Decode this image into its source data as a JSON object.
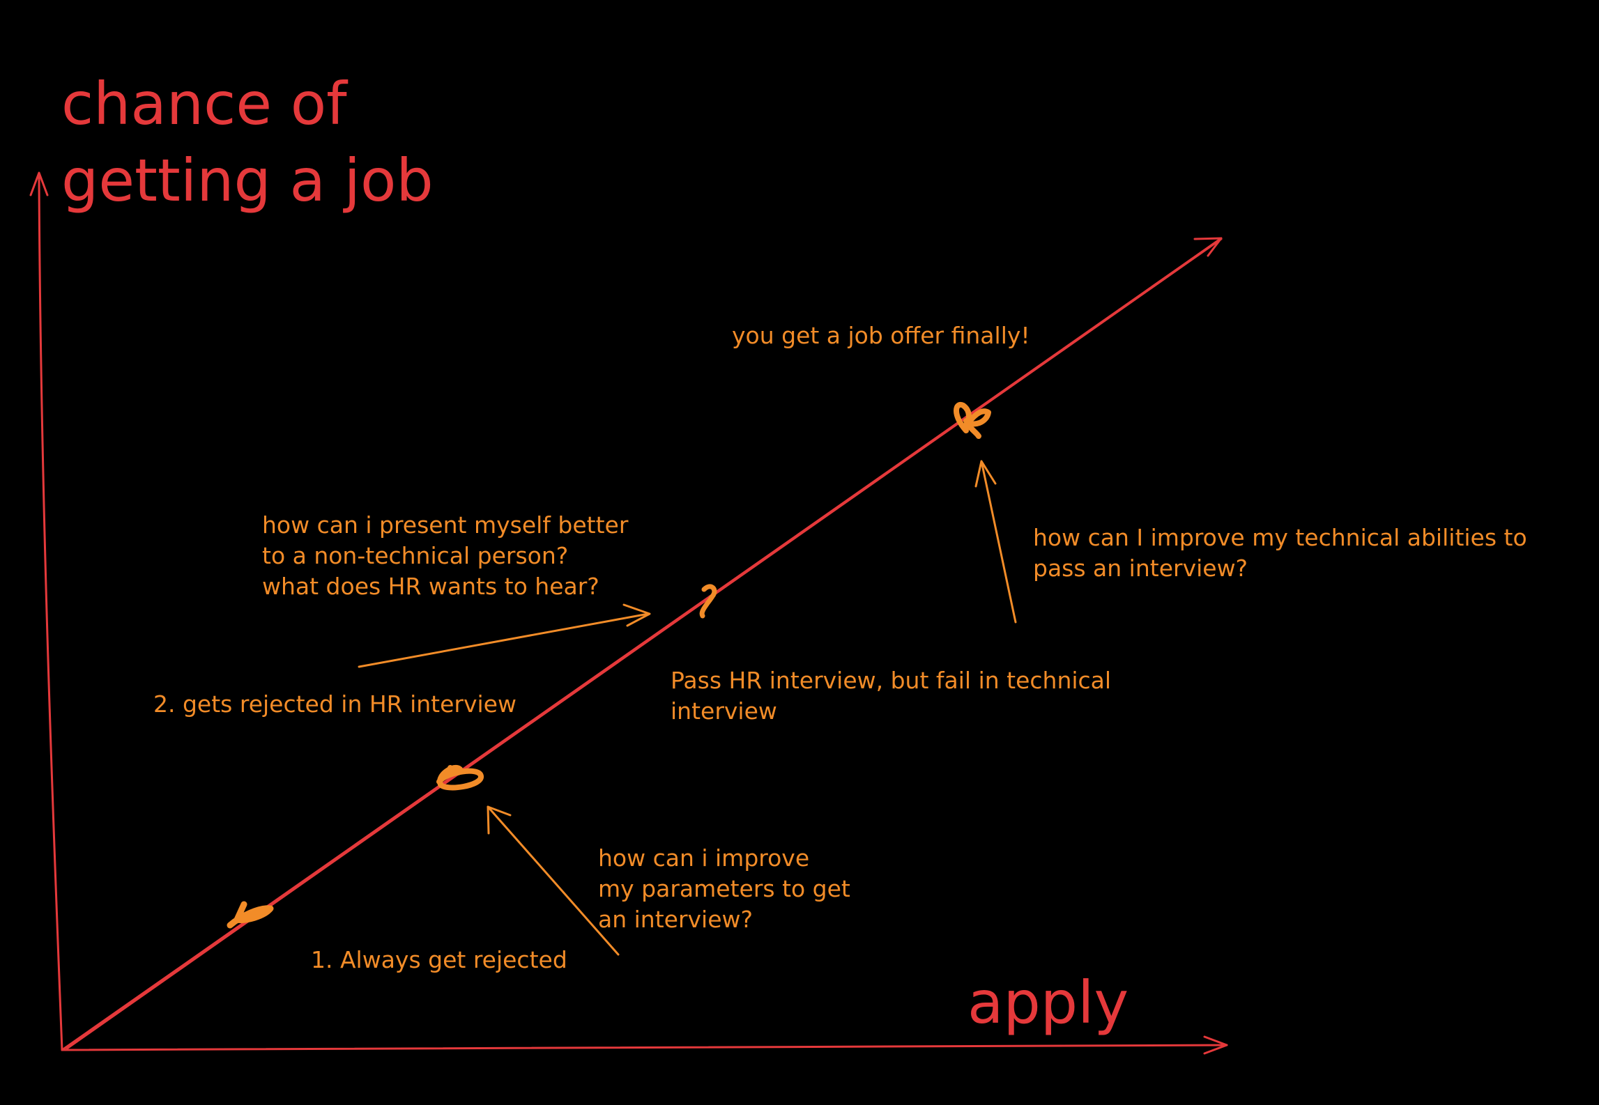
{
  "axes": {
    "y_title_line1": "chance of",
    "y_title_line2": "getting a job",
    "x_title": "apply"
  },
  "annotations": {
    "step1": "1. Always get rejected",
    "question1_line1": "how can i improve",
    "question1_line2": "my parameters to get",
    "question1_line3": "an interview?",
    "step2": "2. gets rejected in HR interview",
    "question2_line1": "how can i present myself better",
    "question2_line2": "to a non-technical person?",
    "question2_line3": "what does HR wants to hear?",
    "step3_line1": "Pass HR interview, but fail in technical",
    "step3_line2": "interview",
    "question3_line1": "how can I improve my technical abilities to",
    "question3_line2": "pass an interview?",
    "final": "you get a job offer finally!"
  },
  "colors": {
    "axis": "#e5393b",
    "annotation": "#f28c28",
    "background": "#000000"
  }
}
